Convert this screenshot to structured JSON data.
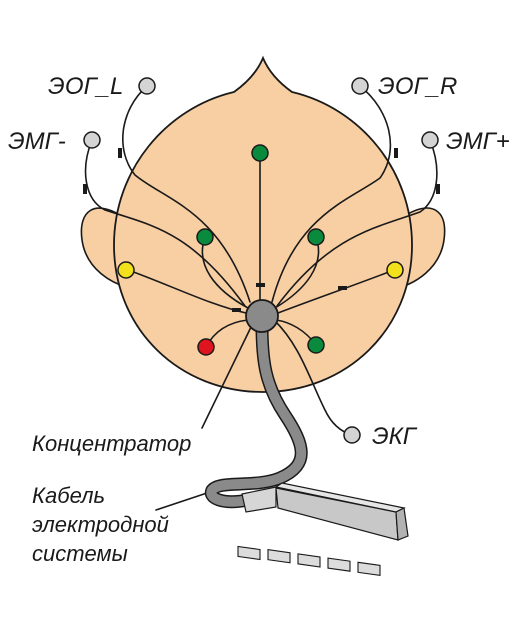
{
  "labels": {
    "eog_l": "ЭОГ_L",
    "eog_r": "ЭОГ_R",
    "emg_minus": "ЭМГ-",
    "emg_plus": "ЭМГ+",
    "ekg": "ЭКГ",
    "hub": "Концентратор",
    "cable_line1": "Кабель",
    "cable_line2": "электродной",
    "cable_line3": "системы"
  },
  "colors": {
    "head_fill": "#f8cfa3",
    "outline": "#1a1a1a",
    "electrode_green": "#0a8a3c",
    "electrode_yellow": "#f3e21b",
    "electrode_red": "#e0141e",
    "electrode_grey": "#d4d4d4",
    "cable": "#8a8a8a",
    "connector": "#c8c8c8"
  }
}
